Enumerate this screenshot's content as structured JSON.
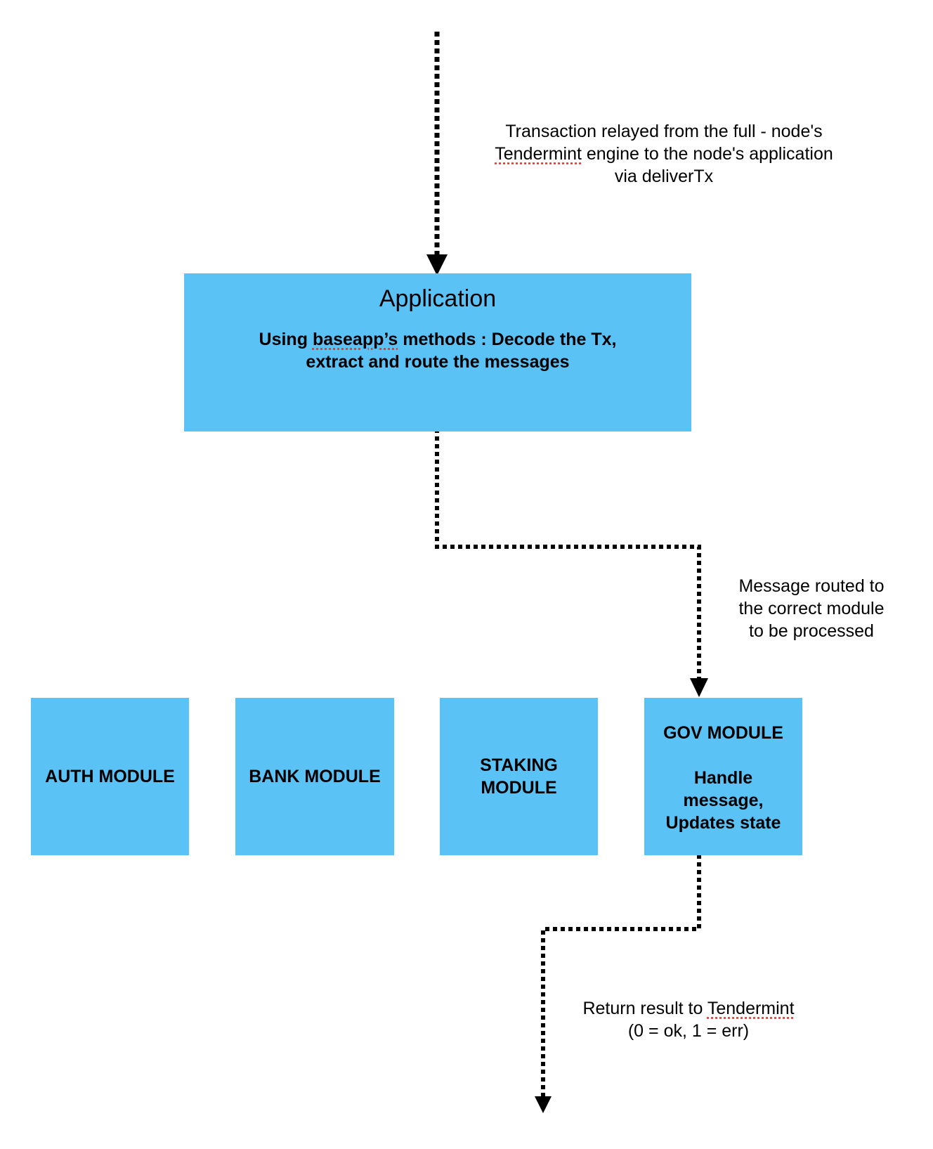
{
  "colors": {
    "box_fill": "#5bc2f5",
    "arrow": "#000000",
    "spellcheck_underline": "#e03030"
  },
  "notes": {
    "incoming": {
      "line1": "Transaction relayed from the full - node's",
      "line2_word": "Tendermint",
      "line2_rest": " engine to the node's application",
      "line3": "via deliverTx"
    },
    "routed": {
      "line1": "Message routed to",
      "line2": "the correct module",
      "line3": "to be processed"
    },
    "result": {
      "line1_pre": "Return result to ",
      "line1_word": "Tendermint",
      "line2": "(0 = ok, 1 = err)"
    }
  },
  "application": {
    "title": "Application",
    "desc1_pre": "Using ",
    "desc1_word": "baseapp’s",
    "desc1_rest": " methods : Decode the Tx,",
    "desc2": "extract and route the messages"
  },
  "modules": {
    "auth": "AUTH MODULE",
    "bank": "BANK MODULE",
    "staking_line1": "STAKING",
    "staking_line2": "MODULE",
    "gov": {
      "title": "GOV MODULE",
      "line1": "Handle",
      "line2": "message,",
      "line3": "Updates state"
    }
  }
}
